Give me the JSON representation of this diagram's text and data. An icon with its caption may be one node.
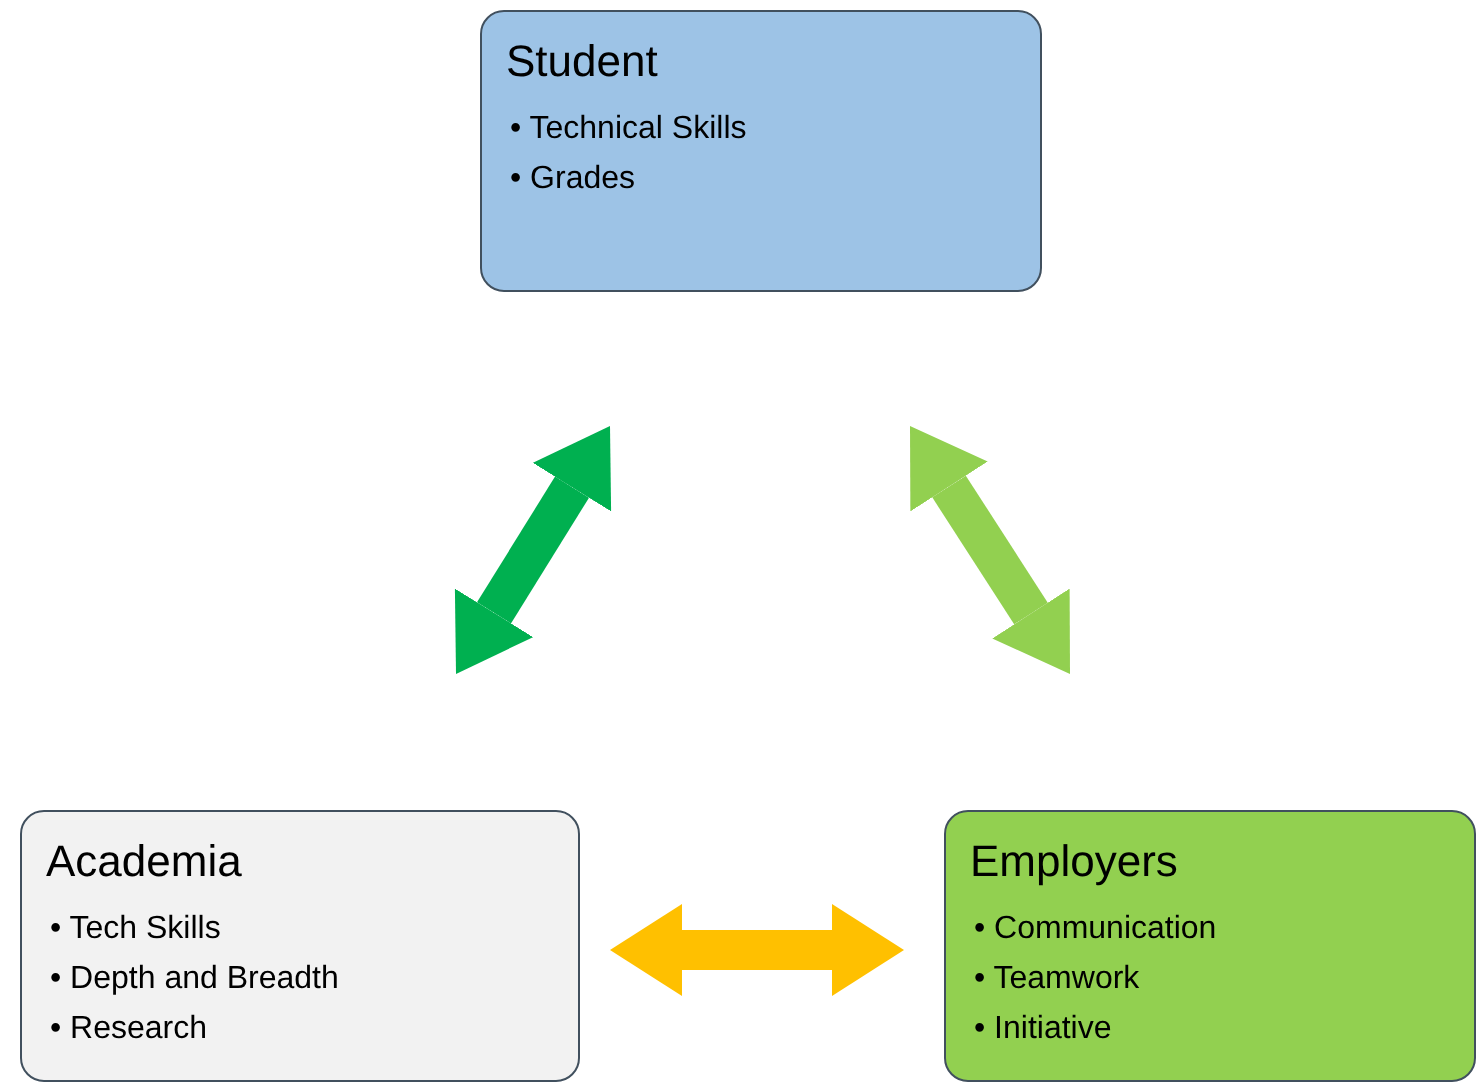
{
  "diagram": {
    "nodes": [
      {
        "text": [
          "Student",
          "• Technical Skills",
          "• Grades"
        ]
      },
      {
        "text": [
          "Academia",
          "• Tech Skills",
          "• Depth and Breadth",
          "• Research"
        ]
      },
      {
        "text": [
          "Employers",
          "• Communication",
          "• Teamwork",
          "• Initiative"
        ]
      }
    ],
    "edges": [
      {
        "from": 0,
        "to": 1,
        "arrow": "both",
        "color": "#00b050"
      },
      {
        "from": 0,
        "to": 2,
        "arrow": "both",
        "color": "#92d050"
      },
      {
        "from": 1,
        "to": 2,
        "arrow": "both",
        "color": "#ffc000"
      }
    ]
  }
}
